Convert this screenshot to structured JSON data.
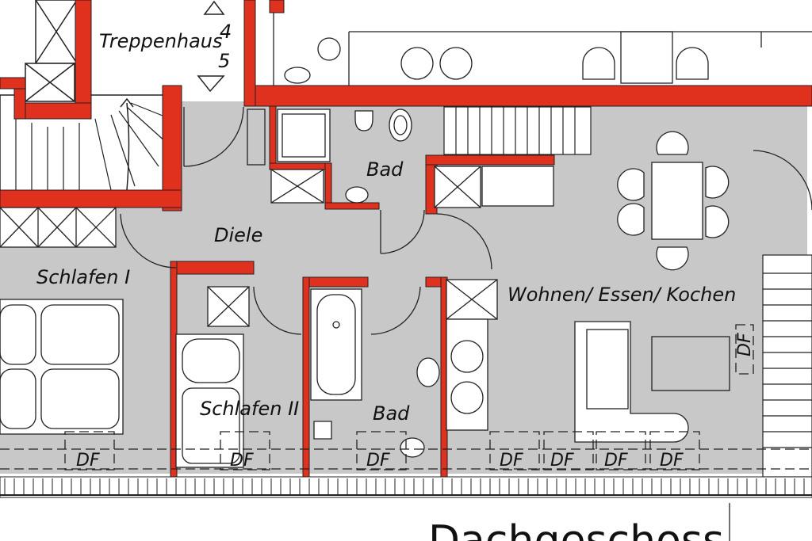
{
  "rooms": {
    "treppenhaus": "Treppenhaus",
    "stair_step_4": "4",
    "stair_step_5": "5",
    "bad_top": "Bad",
    "diele": "Diele",
    "schlafen_1": "Schlafen I",
    "schlafen_2": "Schlafen II",
    "bad_bottom": "Bad",
    "wohnen": "Wohnen/ Essen/ Kochen"
  },
  "markers": {
    "dachfenster": "DF"
  },
  "floor_title": "Dachgeschoss",
  "colors": {
    "wall": "#e0301e",
    "floor": "#c8c8c8",
    "line": "#222222"
  }
}
